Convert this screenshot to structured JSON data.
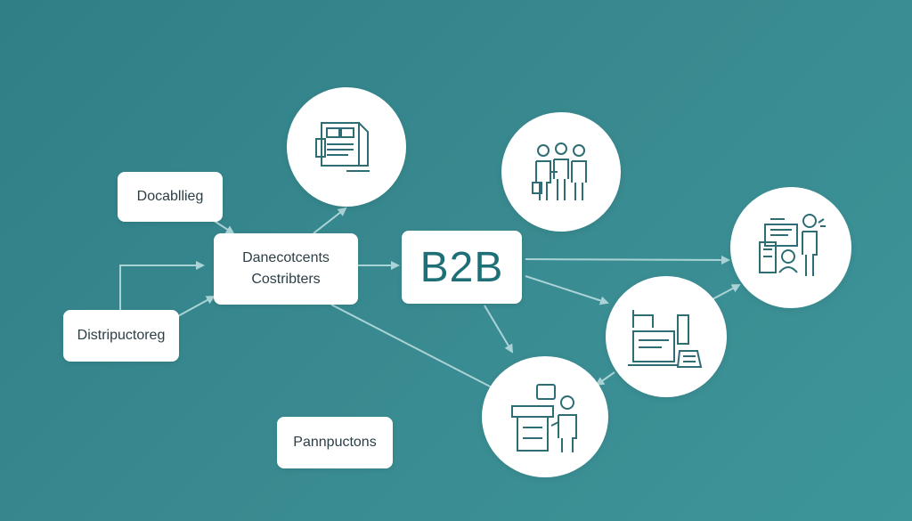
{
  "nodes": {
    "docabling": "Docabllieg",
    "central_line1": "Danecotcents",
    "central_line2": "Costribters",
    "b2b": "B2B",
    "distrib": "Distripuctoreg",
    "pann": "Pannpuctons"
  },
  "icons": {
    "doc": "document-icon",
    "team": "business-people-icon",
    "office": "office-worker-icon",
    "machine": "machinery-icon",
    "desk": "service-desk-icon"
  },
  "colors": {
    "background": "#38898f",
    "node_fill": "#ffffff",
    "icon_stroke": "#2e6d73",
    "edge": "#a9d3d6"
  }
}
